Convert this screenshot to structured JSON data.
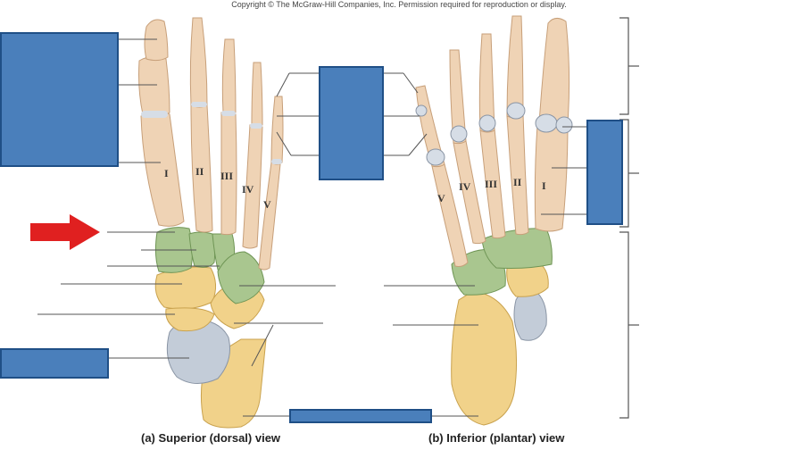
{
  "copyright": "Copyright © The McGraw-Hill Companies, Inc. Permission required for reproduction or display.",
  "captions": {
    "superior": "(a) Superior (dorsal) view",
    "inferior": "(b) Inferior (plantar) view"
  },
  "numerals": {
    "superior": [
      "I",
      "II",
      "III",
      "IV",
      "V"
    ],
    "inferior": [
      "V",
      "IV",
      "III",
      "II",
      "I"
    ]
  },
  "colors": {
    "bone": "#efd3b5",
    "bone_shade": "#d9b48f",
    "tarsal_green": "#a9c68f",
    "tarsal_yellow": "#f1d28a",
    "talus_grey": "#c3ccd8",
    "label_box": "#4a7fbb",
    "arrow": "#e02020"
  }
}
